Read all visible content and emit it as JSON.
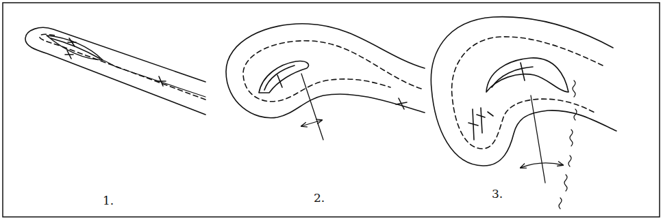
{
  "diagram": {
    "labels": [
      "1.",
      "2.",
      "3."
    ]
  }
}
